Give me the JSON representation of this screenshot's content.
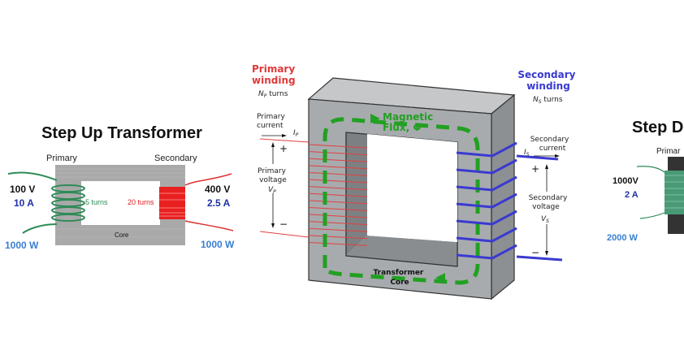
{
  "left_panel": {
    "title": "Step Up Transformer",
    "primary_label": "Primary",
    "secondary_label": "Secondary",
    "primary_voltage": "100 V",
    "primary_current": "10 A",
    "primary_turns": "5 turns",
    "secondary_turns": "20 turns",
    "secondary_voltage": "400 V",
    "secondary_current": "2.5 A",
    "core_label": "Core",
    "primary_power": "1000 W",
    "secondary_power": "1000 W"
  },
  "center_panel": {
    "primary_winding": [
      "Primary",
      "winding"
    ],
    "primary_turns": {
      "symbol": "N",
      "sub": "P",
      "text": " turns"
    },
    "primary_current": [
      "Primary",
      "current"
    ],
    "primary_current_symbol": {
      "symbol": "I",
      "sub": "P"
    },
    "plus": "+",
    "minus": "−",
    "primary_voltage": [
      "Primary",
      "voltage"
    ],
    "primary_voltage_symbol": {
      "symbol": "V",
      "sub": "P"
    },
    "secondary_winding": [
      "Secondary",
      "winding"
    ],
    "secondary_turns": {
      "symbol": "N",
      "sub": "S",
      "text": " turns"
    },
    "secondary_current": [
      "Secondary",
      "current"
    ],
    "secondary_current_symbol": {
      "symbol": "I",
      "sub": "S"
    },
    "secondary_voltage": [
      "Secondary",
      "voltage"
    ],
    "secondary_voltage_symbol": {
      "symbol": "V",
      "sub": "S"
    },
    "flux": [
      "Magnetic",
      "Flux, Φ"
    ],
    "core": [
      "Transformer",
      "Core"
    ]
  },
  "right_panel": {
    "title": "Step D",
    "primary_label": "Primar",
    "primary_voltage": "1000V",
    "primary_current": "2 A",
    "primary_power": "2000 W"
  },
  "colors": {
    "primary_red": "#e03030",
    "secondary_blue": "#3333cc",
    "flux_green": "#22a022",
    "coil_green": "#2e8b57",
    "core_gray": "#a8abae",
    "power_blue": "#3a7fd0"
  }
}
